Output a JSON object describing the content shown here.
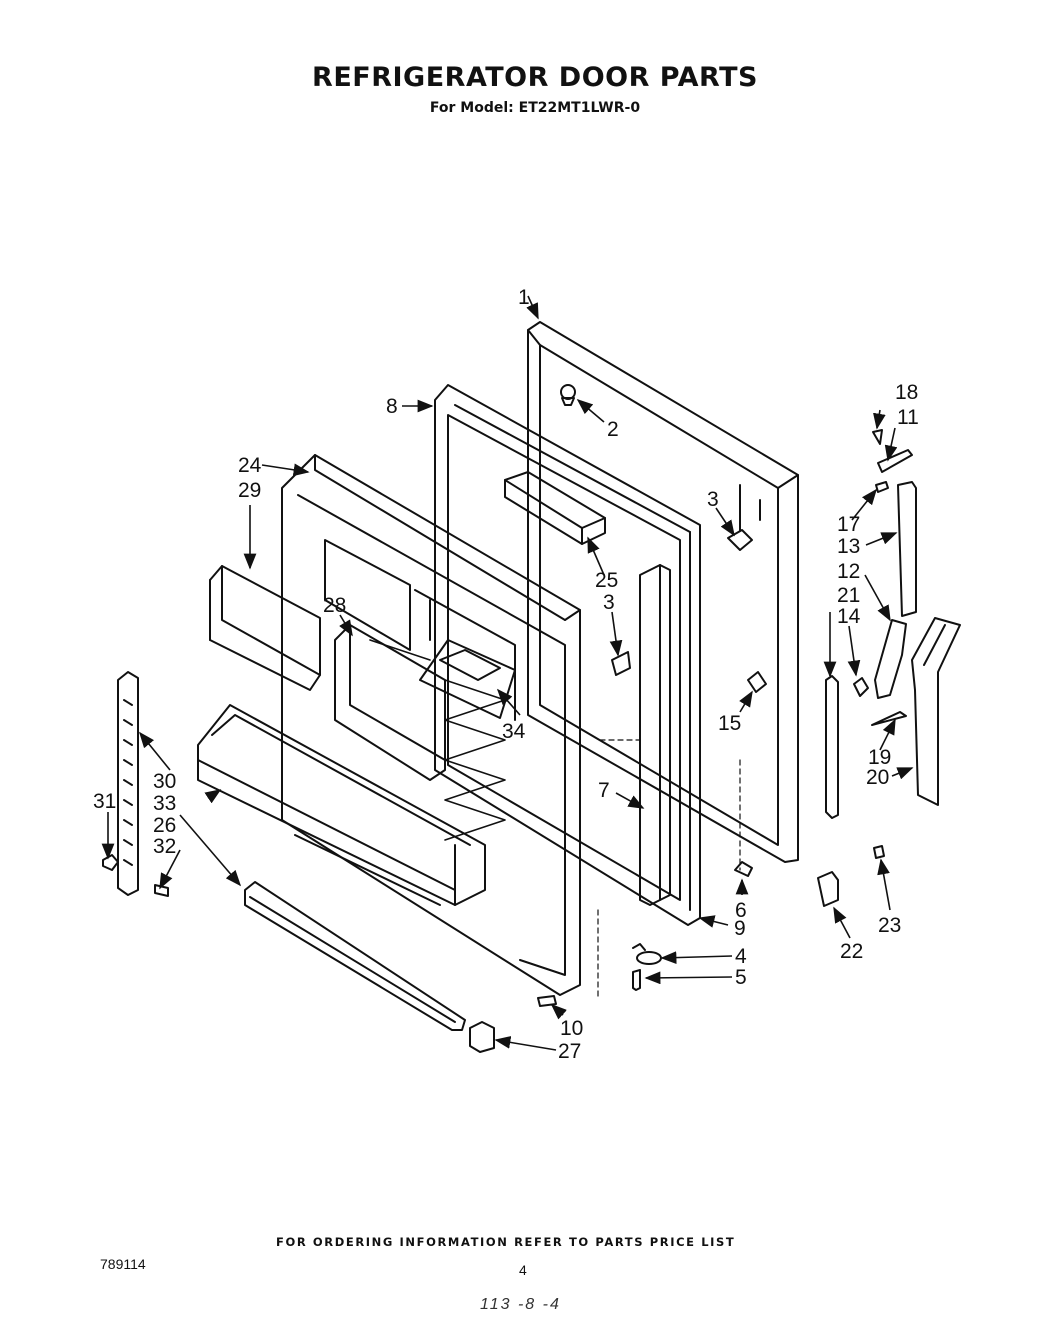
{
  "title": "REFRIGERATOR DOOR PARTS",
  "subtitle": "For Model: ET22MT1LWR-0",
  "callouts": {
    "c1": "1",
    "c2": "2",
    "c3a": "3",
    "c3b": "3",
    "c4": "4",
    "c5": "5",
    "c6": "6",
    "c7": "7",
    "c8": "8",
    "c9": "9",
    "c10": "10",
    "c11": "11",
    "c12": "12",
    "c13": "13",
    "c14": "14",
    "c15": "15",
    "c17": "17",
    "c18": "18",
    "c19": "19",
    "c20": "20",
    "c21": "21",
    "c22": "22",
    "c23": "23",
    "c24": "24",
    "c25": "25",
    "c26": "26",
    "c27": "27",
    "c28": "28",
    "c29": "29",
    "c30": "30",
    "c31": "31",
    "c32": "32",
    "c33": "33",
    "c34": "34"
  },
  "footer_note": "FOR ORDERING INFORMATION REFER TO PARTS PRICE LIST",
  "doc_number": "789114",
  "page_number": "4",
  "handwritten_note": "113 -8 -4"
}
